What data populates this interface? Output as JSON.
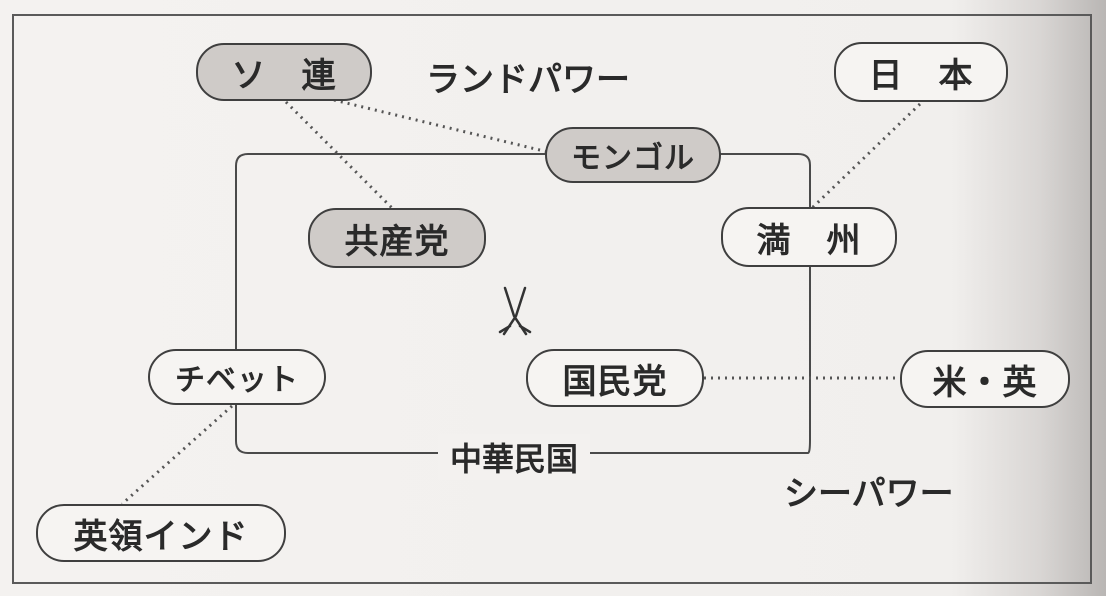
{
  "nodes": {
    "soviet": "ソ　連",
    "japan": "日　本",
    "mongolia": "モンゴル",
    "ccp": "共産党",
    "manchuria": "満　州",
    "tibet": "チベット",
    "kmt": "国民党",
    "us_uk": "米・英",
    "british_india": "英領インド"
  },
  "labels": {
    "land_power": "ランドパワー",
    "sea_power": "シーパワー",
    "roc": "中華民国"
  },
  "colors": {
    "dark_fill": "#cfcbc8",
    "light_fill": "#f6f4f2",
    "line": "#3f3f3f"
  }
}
